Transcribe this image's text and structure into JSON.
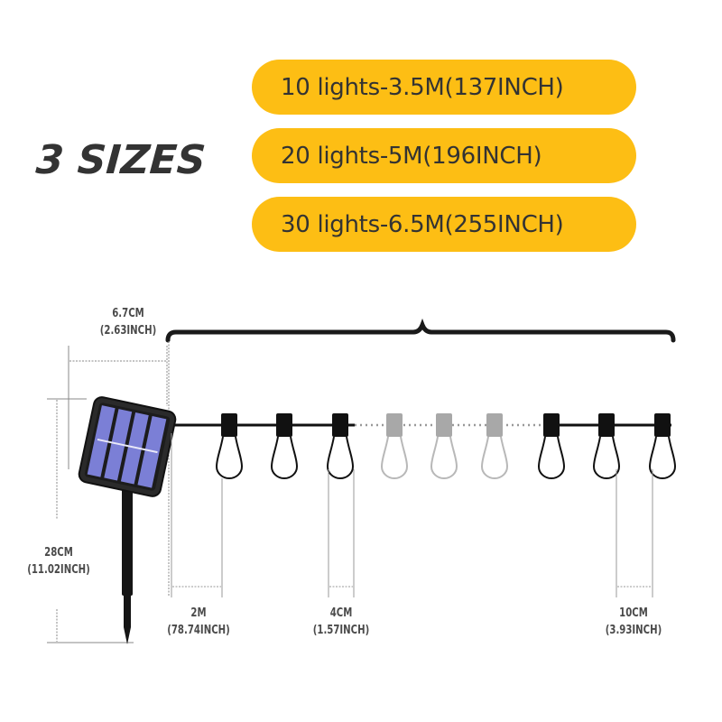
{
  "headline": "3 SIZES",
  "sizes": [
    {
      "label": "10 lights-3.5M(137INCH)",
      "lights": 10,
      "length_m": 3.5,
      "length_inch": 137
    },
    {
      "label": "20 lights-5M(196INCH)",
      "lights": 20,
      "length_m": 5,
      "length_inch": 196
    },
    {
      "label": "30 lights-6.5M(255INCH)",
      "lights": 30,
      "length_m": 6.5,
      "length_inch": 255
    }
  ],
  "dimensions": {
    "panel_width": {
      "metric": "6.7CM",
      "imperial": "(2.63INCH)"
    },
    "stake_height": {
      "metric": "28CM",
      "imperial": "(11.02INCH)"
    },
    "lead_cable": {
      "metric": "2M",
      "imperial": "(78.74INCH)"
    },
    "bulb_width": {
      "metric": "4CM",
      "imperial": "(1.57INCH)"
    },
    "bulb_spacing": {
      "metric": "10CM",
      "imperial": "(3.93INCH)"
    }
  },
  "colors": {
    "pill": "#FDBE14",
    "text": "#333333",
    "solar_cell": "#7B7FD6",
    "dark": "#111111",
    "faded": "#A8A8A8"
  }
}
